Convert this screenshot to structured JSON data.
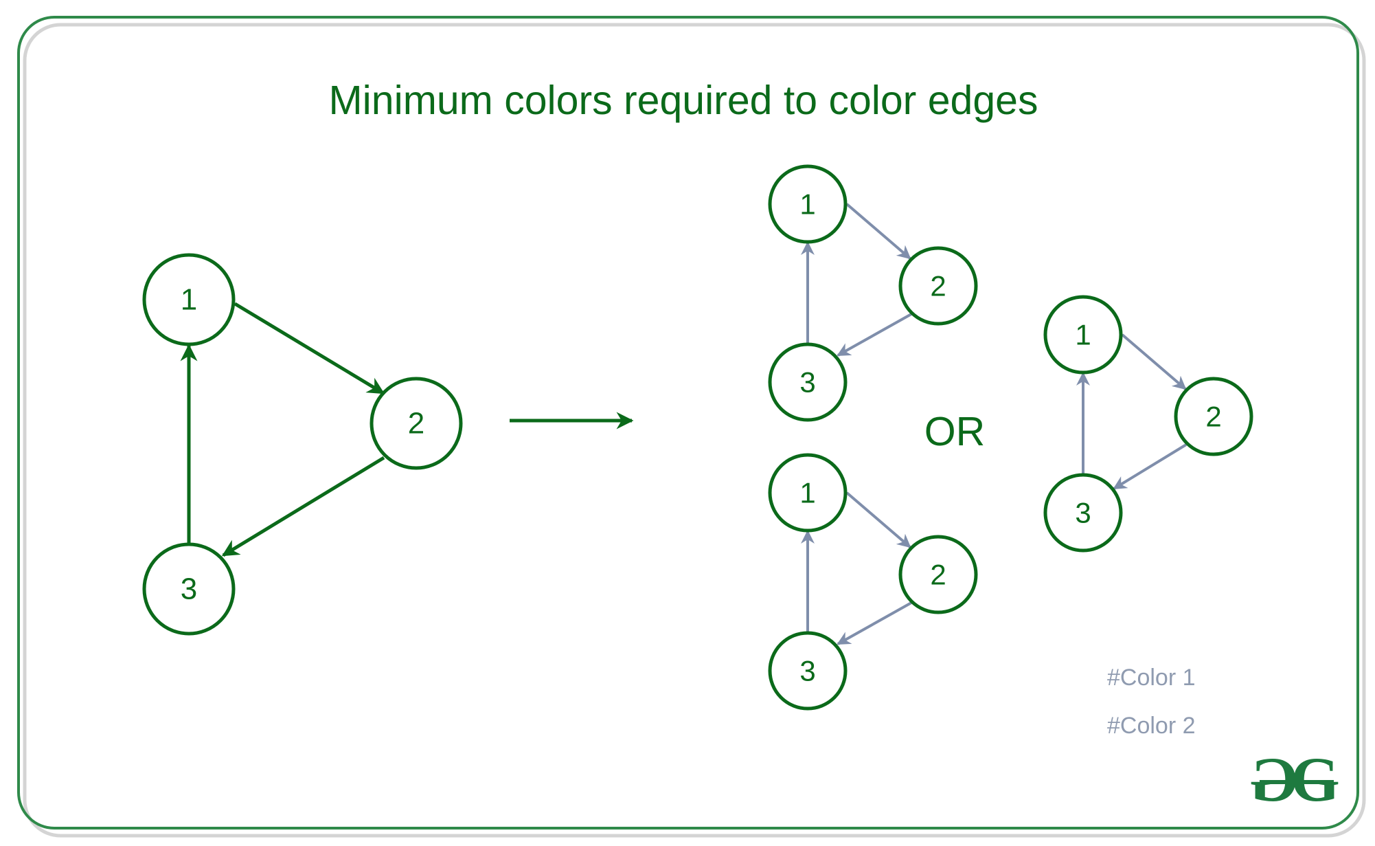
{
  "title": "Minimum colors required to color edges",
  "or_label": "OR",
  "legend": {
    "color1_label": "#Color 1",
    "color2_label": "#Color 2"
  },
  "logo": {
    "text": "GG"
  },
  "colors": {
    "brand_green": "#0b6a1a",
    "frame_green": "#2f8a4a",
    "frame_shadow": "#d4d4d4",
    "edge_color": "#7f8eab",
    "legend_text": "#8f9bb0",
    "logo_green": "#1e7a3f"
  },
  "original_graph": {
    "nodes": [
      {
        "id": "1",
        "label": "1"
      },
      {
        "id": "2",
        "label": "2"
      },
      {
        "id": "3",
        "label": "3"
      }
    ],
    "edges": [
      {
        "from": "1",
        "to": "2"
      },
      {
        "from": "2",
        "to": "3"
      },
      {
        "from": "3",
        "to": "1"
      }
    ]
  },
  "colored_graphs": [
    {
      "nodes": [
        {
          "id": "1",
          "label": "1"
        },
        {
          "id": "2",
          "label": "2"
        },
        {
          "id": "3",
          "label": "3"
        }
      ],
      "edges": [
        {
          "from": "1",
          "to": "2"
        },
        {
          "from": "2",
          "to": "3"
        },
        {
          "from": "3",
          "to": "1"
        }
      ]
    },
    {
      "nodes": [
        {
          "id": "1",
          "label": "1"
        },
        {
          "id": "2",
          "label": "2"
        },
        {
          "id": "3",
          "label": "3"
        }
      ],
      "edges": [
        {
          "from": "1",
          "to": "2"
        },
        {
          "from": "2",
          "to": "3"
        },
        {
          "from": "3",
          "to": "1"
        }
      ]
    },
    {
      "nodes": [
        {
          "id": "1",
          "label": "1"
        },
        {
          "id": "2",
          "label": "2"
        },
        {
          "id": "3",
          "label": "3"
        }
      ],
      "edges": [
        {
          "from": "1",
          "to": "2"
        },
        {
          "from": "2",
          "to": "3"
        },
        {
          "from": "3",
          "to": "1"
        }
      ]
    }
  ]
}
